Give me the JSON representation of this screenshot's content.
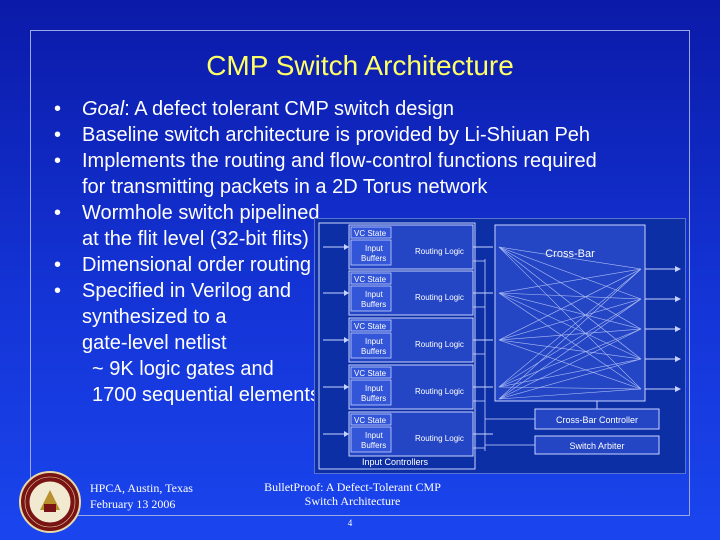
{
  "title": "CMP Switch Architecture",
  "bullets": [
    {
      "italic": "Goal",
      "text": ": A defect tolerant CMP switch design"
    },
    {
      "text": "Baseline switch architecture is provided by Li-Shiuan Peh"
    },
    {
      "line1": "Implements the routing and flow-control functions required",
      "line2": "for transmitting packets in a 2D Torus network"
    },
    {
      "line1": "Wormhole switch pipelined",
      "line2": "at the flit level (32-bit flits)"
    },
    {
      "text": "Dimensional order routing"
    },
    {
      "line1": "Specified in Verilog and",
      "line2": "synthesized to a",
      "line3": "gate-level netlist",
      "line4": "~ 9K logic gates and",
      "line5": "1700 sequential elements"
    }
  ],
  "bullet_char": "•",
  "diagram": {
    "vc_state": "VC State",
    "input_buffers_line1": "Input",
    "input_buffers_line2": "Buffers",
    "routing_logic": "Routing Logic",
    "cross_bar": "Cross-Bar",
    "cross_bar_controller": "Cross-Bar Controller",
    "switch_arbiter": "Switch Arbiter",
    "input_controllers": "Input Controllers"
  },
  "footer": {
    "venue": "HPCA, Austin, Texas",
    "date": "February 13 2006",
    "paper_line1": "BulletProof: A Defect-Tolerant CMP",
    "paper_line2": "Switch Architecture",
    "page": "4"
  },
  "colors": {
    "title": "#ffff66",
    "text": "#ffffff",
    "background": "#1434d6"
  }
}
